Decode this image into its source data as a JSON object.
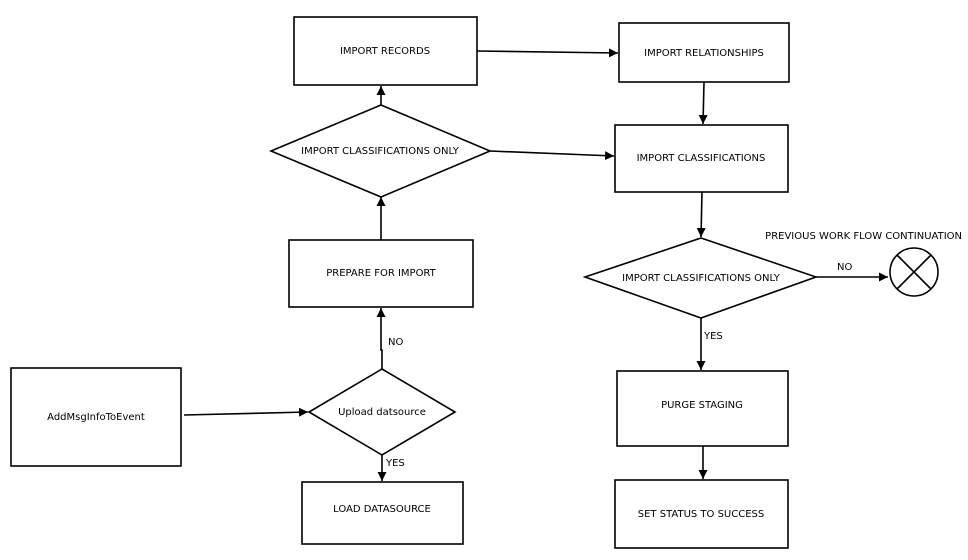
{
  "nodes": {
    "add_msg": "AddMsgInfoToEvent",
    "upload_datasource": "Upload datsource",
    "load_datasource": "LOAD DATASOURCE",
    "prepare_import": "PREPARE FOR IMPORT",
    "import_class_only_1": "IMPORT CLASSIFICATIONS ONLY",
    "import_records": "IMPORT RECORDS",
    "import_relationships": "IMPORT RELATIONSHIPS",
    "import_classifications": "IMPORT CLASSIFICATIONS",
    "import_class_only_2": "IMPORT CLASSIFICATIONS ONLY",
    "purge_staging": "PURGE STAGING",
    "set_status": "SET STATUS TO SUCCESS",
    "previous_workflow": "PREVIOUS WORK FLOW CONTINUATION"
  },
  "edge_labels": {
    "upload_no": "NO",
    "upload_yes": "YES",
    "class_no": "NO",
    "class_yes": "YES"
  },
  "colors": {
    "stroke": "#000000",
    "fill": "#ffffff"
  },
  "icons": {
    "terminator": "circle-x-icon"
  }
}
